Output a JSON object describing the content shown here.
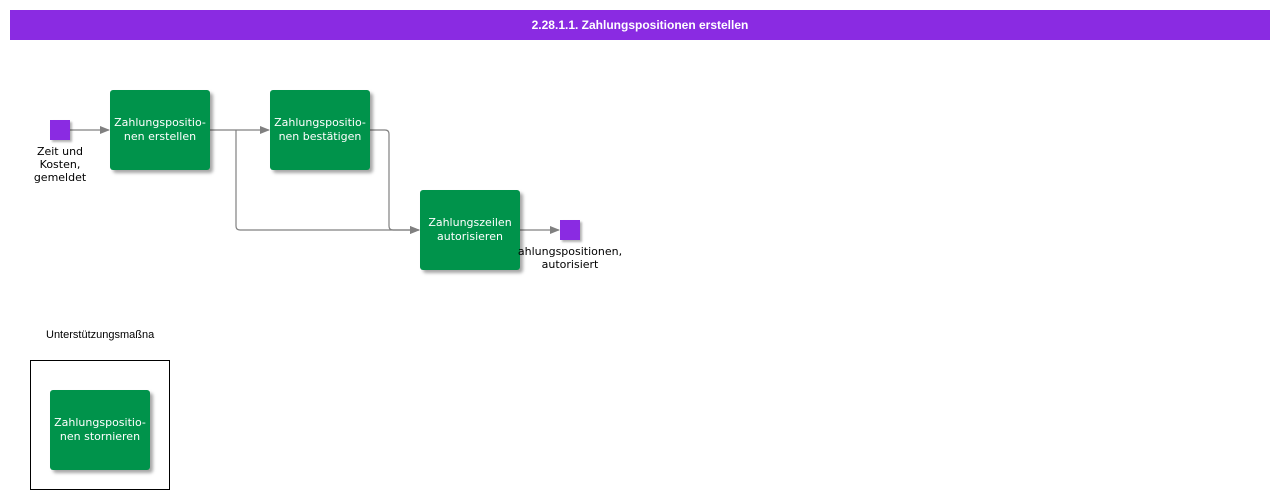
{
  "header": {
    "title": "2.28.1.1. Zahlungspositionen erstellen"
  },
  "colors": {
    "header": "#8a2be2",
    "task": "#00934b",
    "event": "#8a2be2",
    "connector": "#808080"
  },
  "nodes": {
    "start_event_label": "Zeit und\nKosten,\ngemeldet",
    "task_create": "Zahlungspositio-\nnen erstellen",
    "task_confirm": "Zahlungspositio-\nnen bestätigen",
    "task_authorize": "Zahlungszeilen\nautorisieren",
    "end_event_label": "ahlungspositionen,\nautorisiert"
  },
  "support": {
    "label": "Unterstützungsmaßna",
    "task_cancel": "Zahlungspositio-\nnen stornieren"
  }
}
